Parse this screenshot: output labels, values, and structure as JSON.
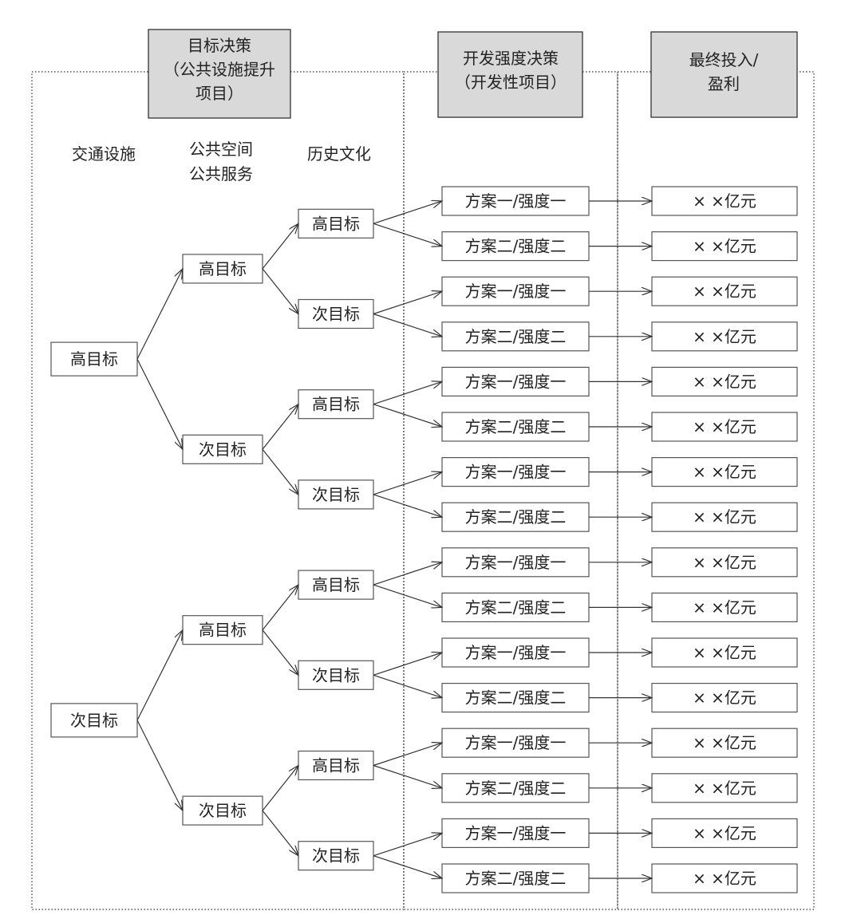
{
  "headers": {
    "goal_decision": [
      "目标决策",
      "（公共设施提升",
      "项目）"
    ],
    "intensity_decision": [
      "开发强度决策",
      "（开发性项目）"
    ],
    "final": [
      "最终投入/",
      "盈利"
    ]
  },
  "columns": {
    "transport": [
      "交通设施"
    ],
    "public_space": [
      "公共空间",
      "公共服务"
    ],
    "heritage": [
      "历史文化"
    ]
  },
  "labels": {
    "high": "高目标",
    "secondary": "次目标",
    "plan1": "方案一/强度一",
    "plan2": "方案二/强度二",
    "amount": "× ×亿元"
  },
  "tree": [
    {
      "key": "high",
      "children": [
        {
          "key": "high",
          "children": [
            {
              "key": "high"
            },
            {
              "key": "secondary"
            }
          ]
        },
        {
          "key": "secondary",
          "children": [
            {
              "key": "high"
            },
            {
              "key": "secondary"
            }
          ]
        }
      ]
    },
    {
      "key": "secondary",
      "children": [
        {
          "key": "high",
          "children": [
            {
              "key": "high"
            },
            {
              "key": "secondary"
            }
          ]
        },
        {
          "key": "secondary",
          "children": [
            {
              "key": "high"
            },
            {
              "key": "secondary"
            }
          ]
        }
      ]
    }
  ]
}
